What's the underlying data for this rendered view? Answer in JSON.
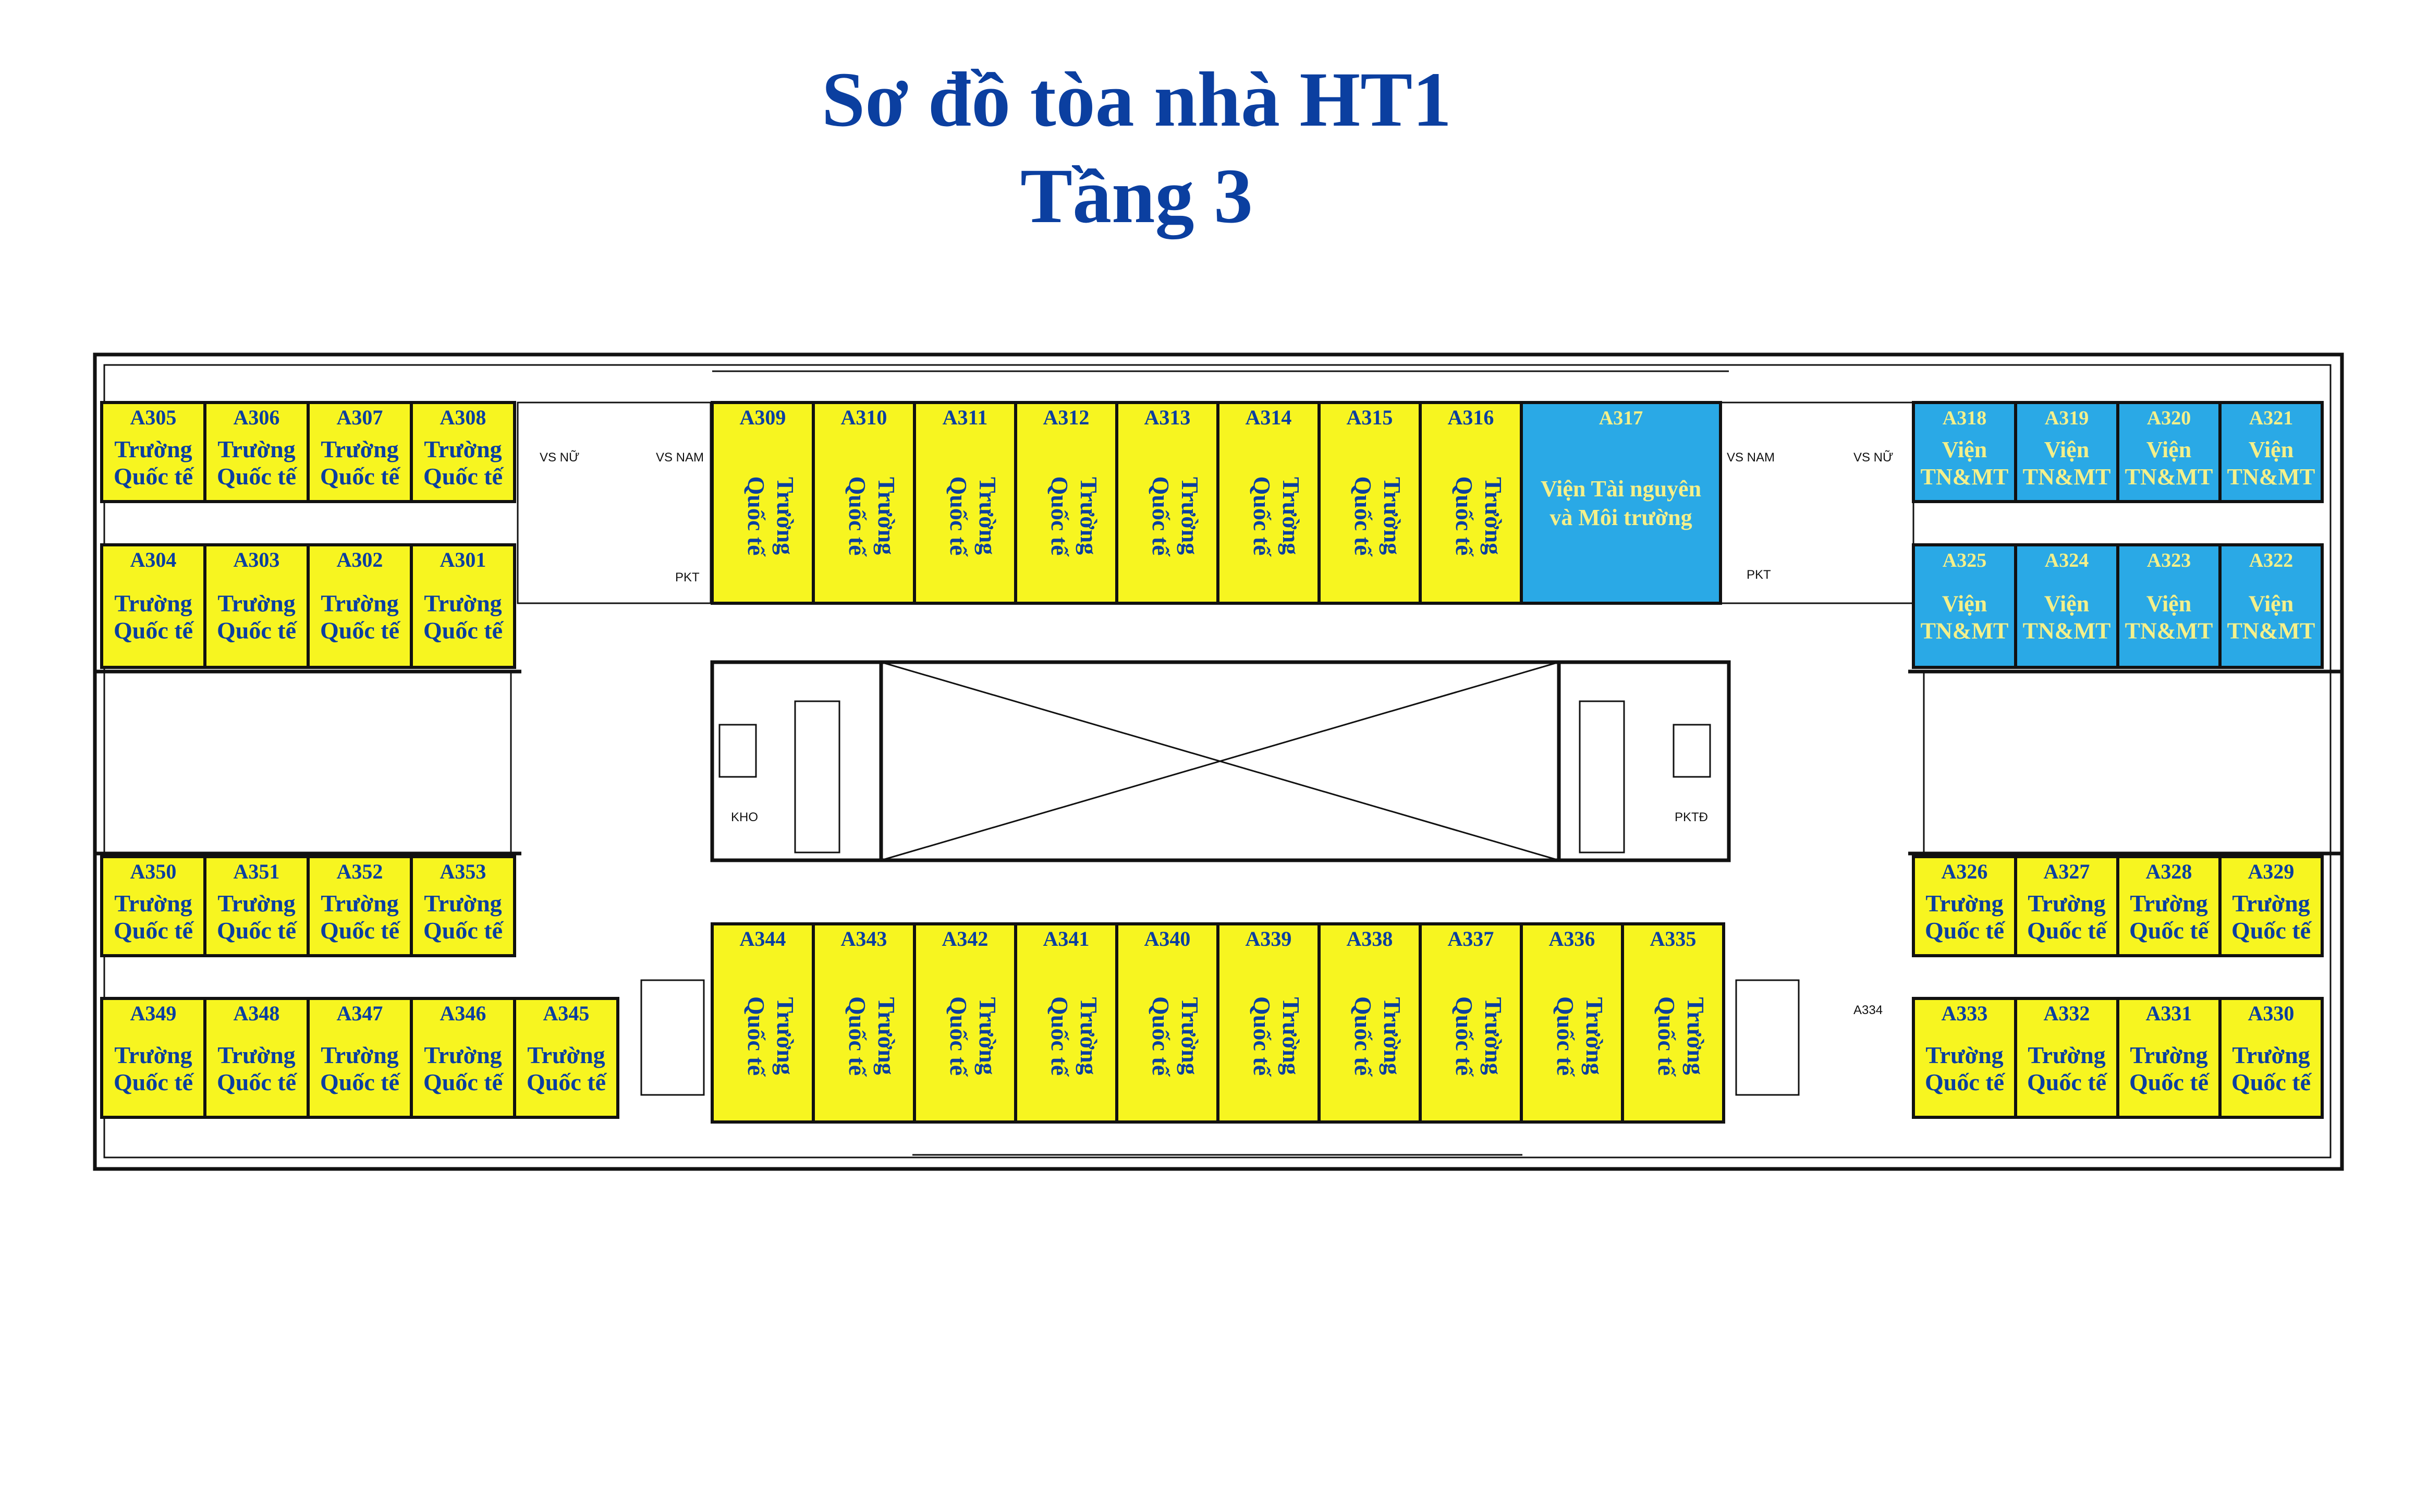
{
  "title": {
    "line1": "Sơ đồ tòa nhà HT1",
    "line2": "Tầng 3"
  },
  "colors": {
    "title": "#0b3fa0",
    "truong_quoc_te": "#f7f520",
    "vien_tnmt": "#2aa9e6"
  },
  "labels": {
    "truong": "Trường",
    "quoc_te": "Quốc tế",
    "vien": "Viện",
    "tnmt": "TN&MT",
    "vien_tnmt_full_1": "Viện Tài nguyên",
    "vien_tnmt_full_2": "và Môi trường"
  },
  "service_labels": {
    "vs_nu": "VS NỮ",
    "vs_nam": "VS NAM",
    "pkt": "PKT",
    "kho": "KHO",
    "pktd": "PKTĐ",
    "a334": "A334"
  },
  "rooms": {
    "top_left_row1": [
      "A305",
      "A306",
      "A307",
      "A308"
    ],
    "top_left_row2": [
      "A304",
      "A303",
      "A302",
      "A301"
    ],
    "top_center": [
      "A309",
      "A310",
      "A311",
      "A312",
      "A313",
      "A314",
      "A315",
      "A316"
    ],
    "a317": "A317",
    "top_right_row1": [
      "A318",
      "A319",
      "A320",
      "A321"
    ],
    "top_right_row2": [
      "A325",
      "A324",
      "A323",
      "A322"
    ],
    "bottom_left_row1": [
      "A350",
      "A351",
      "A352",
      "A353"
    ],
    "bottom_left_row2": [
      "A349",
      "A348",
      "A347",
      "A346",
      "A345"
    ],
    "bottom_center": [
      "A344",
      "A343",
      "A342",
      "A341",
      "A340",
      "A339",
      "A338",
      "A337",
      "A336",
      "A335"
    ],
    "bottom_right_row1": [
      "A326",
      "A327",
      "A328",
      "A329"
    ],
    "bottom_right_row2": [
      "A333",
      "A332",
      "A331",
      "A330"
    ]
  }
}
